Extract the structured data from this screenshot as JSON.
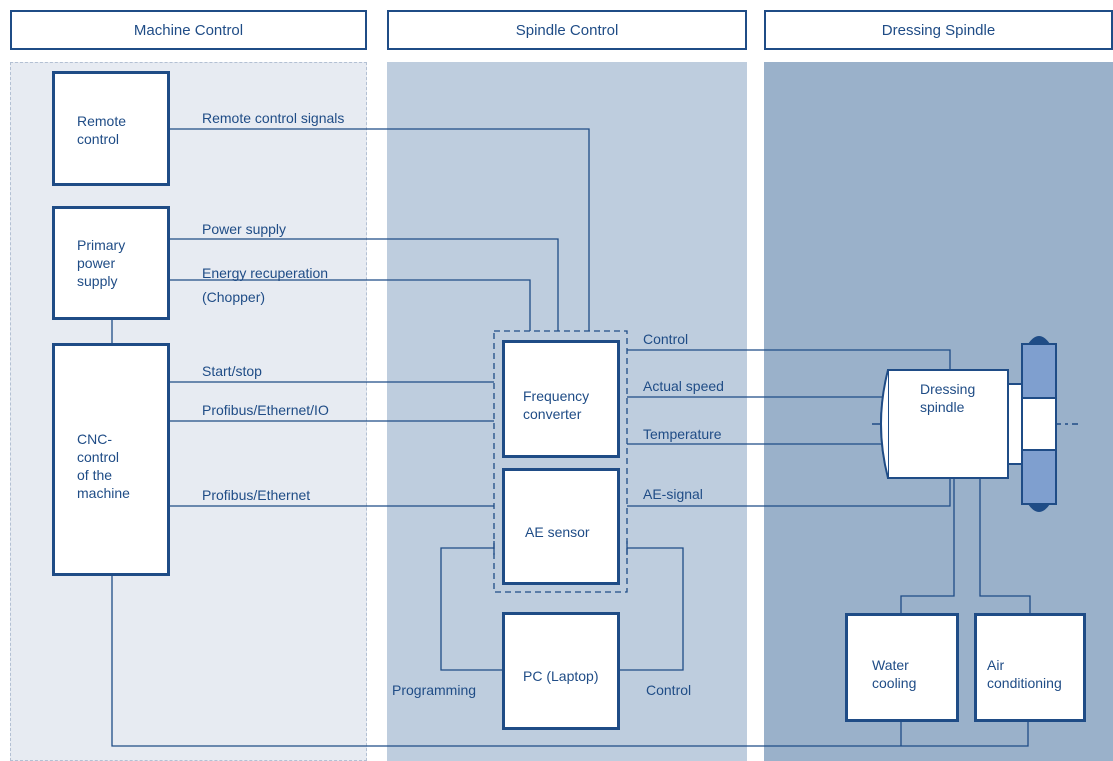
{
  "headers": {
    "machine_control": "Machine Control",
    "spindle_control": "Spindle Control",
    "dressing_spindle": "Dressing Spindle"
  },
  "boxes": {
    "remote_control": "Remote\ncontrol",
    "primary_power_supply": "Primary\npower\nsupply",
    "cnc_control": "CNC-\ncontrol\nof the\nmachine",
    "frequency_converter": "Frequency\nconverter",
    "ae_sensor": "AE sensor",
    "pc_laptop": "PC (Laptop)",
    "dressing_spindle": "Dressing\nspindle",
    "water_cooling": "Water\ncooling",
    "air_conditioning": "Air\nconditioning"
  },
  "signals": {
    "remote_control_signals": "Remote control signals",
    "power_supply": "Power supply",
    "energy_recuperation": "Energy recuperation\n(Chopper)",
    "start_stop": "Start/stop",
    "profibus_ethernet_io": "Profibus/Ethernet/IO",
    "profibus_ethernet": "Profibus/Ethernet",
    "control_top": "Control",
    "actual_speed": "Actual speed",
    "temperature": "Temperature",
    "ae_signal": "AE-signal",
    "programming": "Programming",
    "control_bottom": "Control"
  },
  "colors": {
    "line": "#1f4c86",
    "machine_col": "#e7ebf2",
    "spindle_col": "#becdde",
    "dressing_col": "#9ab1ca",
    "spindle_part": "#7f9fcf"
  }
}
